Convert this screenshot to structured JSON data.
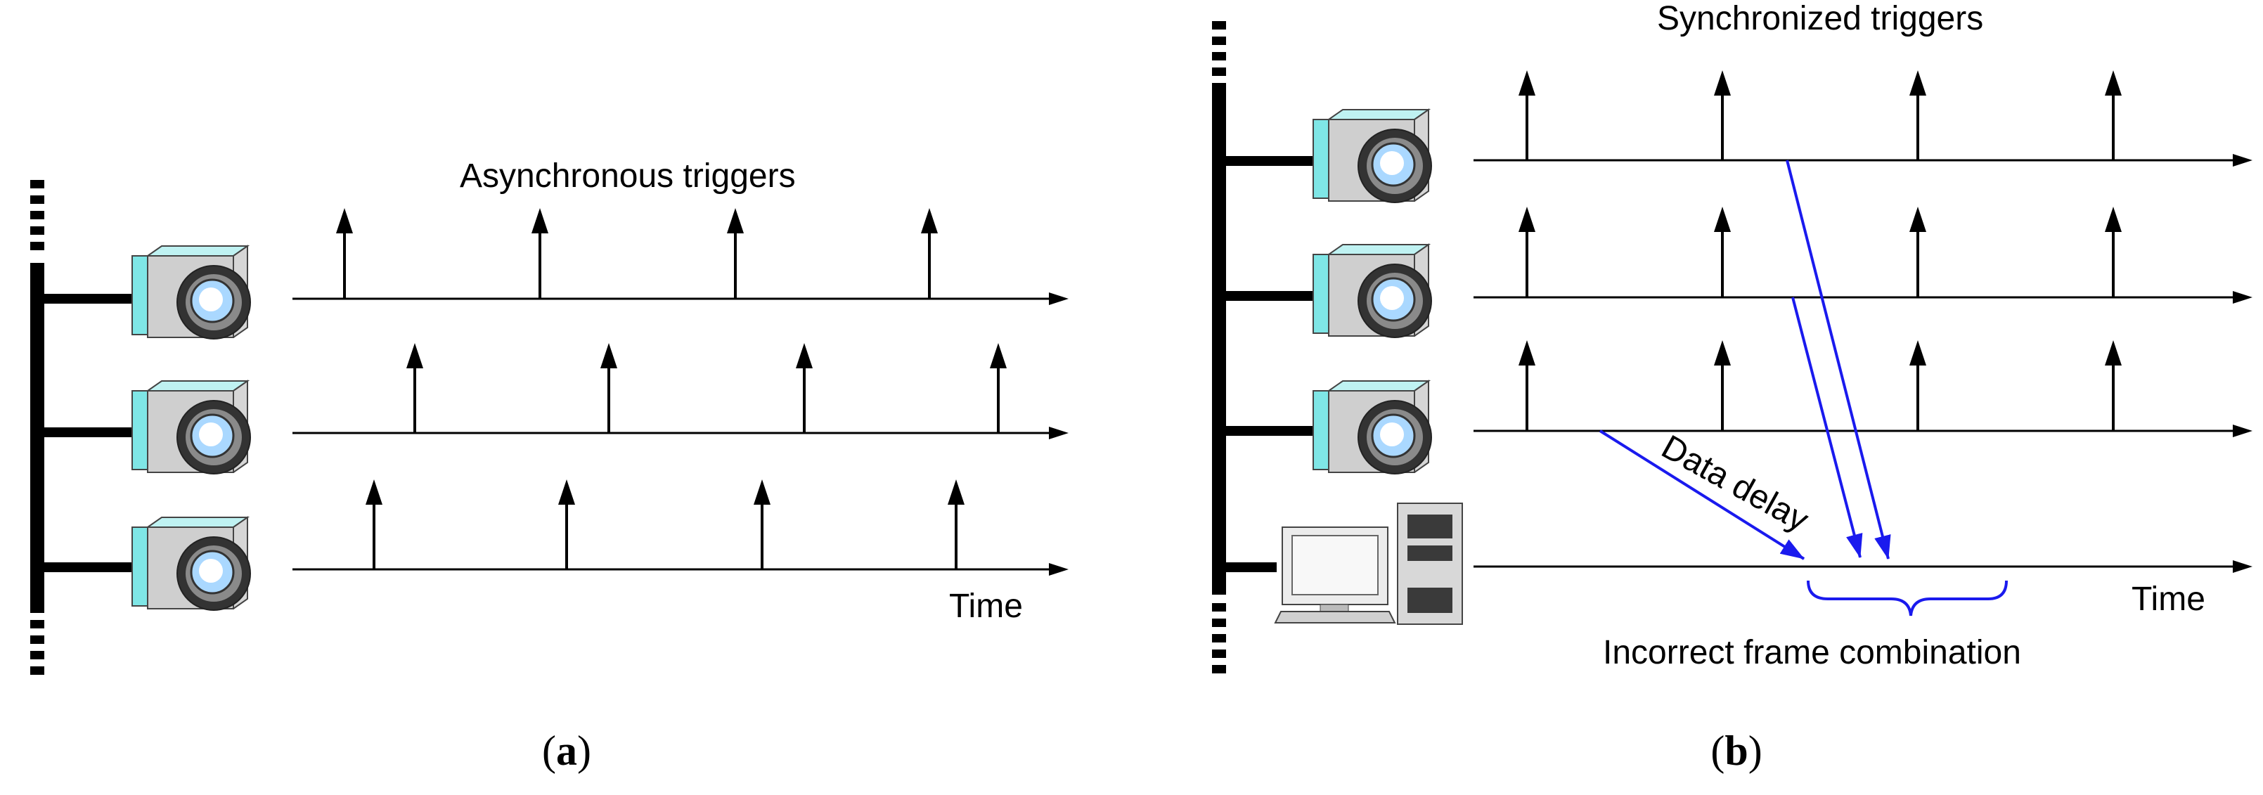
{
  "panel_a": {
    "title": "Asynchronous triggers",
    "axis_label": "Time",
    "caption_open": "(",
    "caption_letter": "a",
    "caption_close": ")",
    "camera_count": 3
  },
  "panel_b": {
    "title": "Synchronized triggers",
    "axis_label": "Time",
    "delay_label": "Data delay",
    "brace_label": "Incorrect frame combination",
    "caption_open": "(",
    "caption_letter": "b",
    "caption_close": ")",
    "camera_count": 3,
    "has_computer": true
  },
  "colors": {
    "line": "#000000",
    "camera_body": "#d9d9d9",
    "camera_side": "#7fe6e6",
    "lens": "#aad8ff",
    "delay_arrow": "#1a1aee"
  },
  "icons": [
    "camera-icon",
    "computer-icon"
  ]
}
